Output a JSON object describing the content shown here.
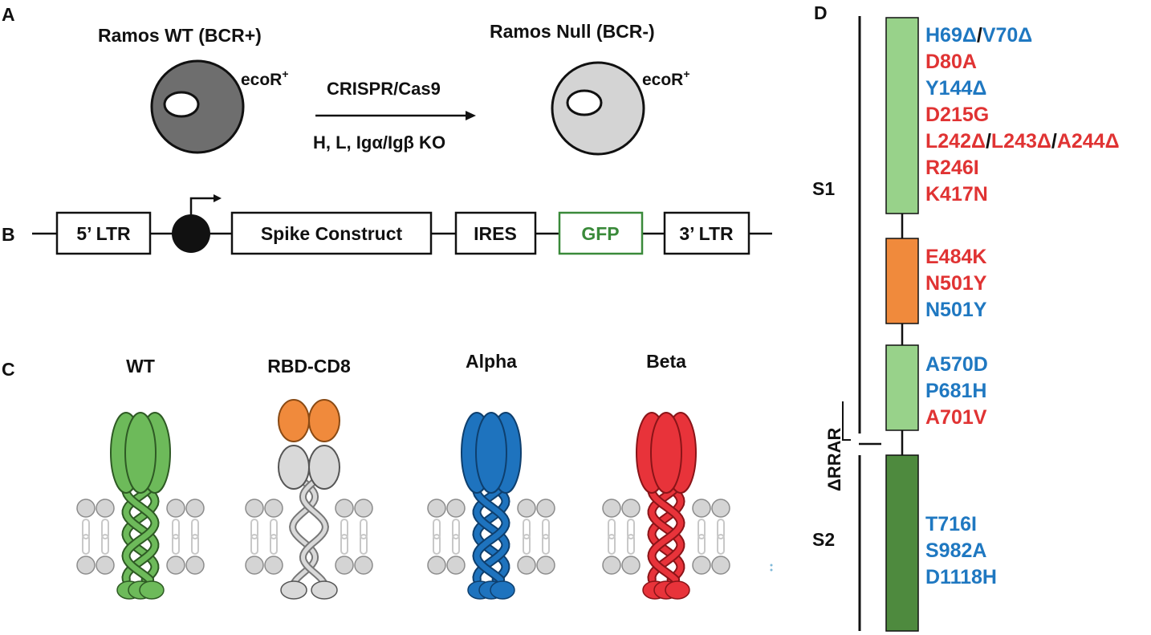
{
  "panels": {
    "a": {
      "letter": "A",
      "wt_cell_label": "Ramos WT (BCR+)",
      "null_cell_label": "Ramos Null (BCR-)",
      "receptor_label": "ecoR",
      "receptor_superscript": "+",
      "method_label": "CRISPR/Cas9",
      "knockout_label": "H, L, Igα/Igβ KO"
    },
    "b": {
      "letter": "B",
      "boxes": [
        "5’ LTR",
        "Spike Construct",
        "IRES",
        "GFP",
        "3’ LTR"
      ]
    },
    "c": {
      "letter": "C",
      "variants": [
        "WT",
        "RBD-CD8",
        "Alpha",
        "Beta"
      ]
    },
    "d": {
      "letter": "D",
      "s1_label": "S1",
      "s2_label": "S2",
      "furin_label": "ΔRRAR",
      "mutations_group1": [
        {
          "parts": [
            {
              "text": "H69Δ",
              "color": "#1f78c1"
            },
            {
              "text": "/",
              "color": "#111111"
            },
            {
              "text": "V70Δ",
              "color": "#1f78c1"
            }
          ]
        },
        {
          "parts": [
            {
              "text": "D80A",
              "color": "#e03333"
            }
          ]
        },
        {
          "parts": [
            {
              "text": "Y144Δ",
              "color": "#1f78c1"
            }
          ]
        },
        {
          "parts": [
            {
              "text": "D215G",
              "color": "#e03333"
            }
          ]
        },
        {
          "parts": [
            {
              "text": "L242Δ",
              "color": "#e03333"
            },
            {
              "text": "/",
              "color": "#111111"
            },
            {
              "text": "L243Δ",
              "color": "#e03333"
            },
            {
              "text": "/",
              "color": "#111111"
            },
            {
              "text": "A244Δ",
              "color": "#e03333"
            }
          ]
        },
        {
          "parts": [
            {
              "text": "R246I",
              "color": "#e03333"
            }
          ]
        },
        {
          "parts": [
            {
              "text": "K417N",
              "color": "#e03333"
            }
          ]
        }
      ],
      "mutations_group2": [
        {
          "parts": [
            {
              "text": "E484K",
              "color": "#e03333"
            }
          ]
        },
        {
          "parts": [
            {
              "text": "N501Y",
              "color": "#e03333"
            }
          ]
        },
        {
          "parts": [
            {
              "text": "N501Y",
              "color": "#1f78c1"
            }
          ]
        }
      ],
      "mutations_group3": [
        {
          "parts": [
            {
              "text": "A570D",
              "color": "#1f78c1"
            }
          ]
        },
        {
          "parts": [
            {
              "text": "P681H",
              "color": "#1f78c1"
            }
          ]
        },
        {
          "parts": [
            {
              "text": "A701V",
              "color": "#e03333"
            }
          ]
        }
      ],
      "mutations_group4": [
        {
          "parts": [
            {
              "text": "T716I",
              "color": "#1f78c1"
            }
          ]
        },
        {
          "parts": [
            {
              "text": "S982A",
              "color": "#1f78c1"
            }
          ]
        },
        {
          "parts": [
            {
              "text": "D1118H",
              "color": "#1f78c1"
            }
          ]
        }
      ]
    }
  },
  "colors": {
    "wt_green": "#6dba5a",
    "rbd_orange": "#f08a3c",
    "cd8_grey": "#d9d9d9",
    "alpha_blue": "#1e73be",
    "beta_red": "#e8333a",
    "s1_light_green": "#98d28a",
    "s2_dark_green": "#4e8a3e",
    "gfp_green": "#3a8a3a",
    "mut_blue": "#1f78c1",
    "mut_red": "#e03333"
  }
}
